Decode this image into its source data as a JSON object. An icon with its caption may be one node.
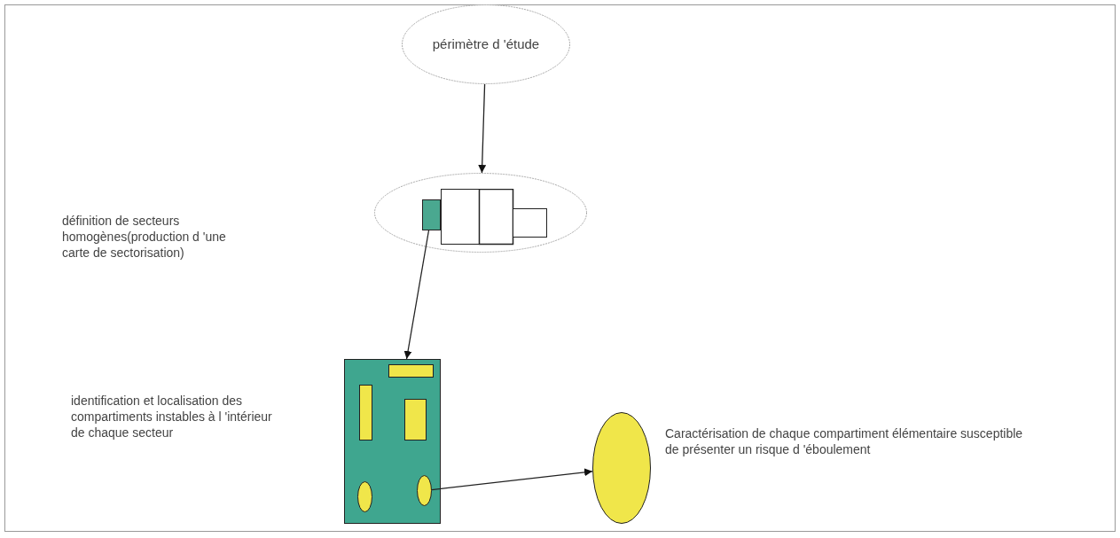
{
  "diagram": {
    "nodes": [
      {
        "text": [
          "périmètre d 'étude"
        ]
      },
      {
        "text": [],
        "shape": "circle"
      },
      {
        "text": [],
        "shape": "box",
        "in": 1
      },
      {
        "text": [],
        "shape": "box"
      },
      {
        "text": [],
        "shape": "circle",
        "in": 3
      },
      {
        "text": [],
        "shape": "circle",
        "in": 3
      },
      {
        "text": [],
        "shape": "circle",
        "beside": [
          "Caractérisation de chaque compartiment élémentaire susceptible de présenter un risque d 'éboulement"
        ]
      }
    ],
    "edges": [
      {
        "from": 0,
        "to": 1,
        "arrow": "to"
      },
      {
        "from": 2,
        "to": 3,
        "arrow": "to"
      },
      {
        "from": 5,
        "to": 6,
        "arrow": "to"
      }
    ],
    "labels": [
      "définition de secteurs homogènes(production d 'une carte de sectorisation)",
      "identification et localisation des compartiments instables à l 'intérieur de chaque secteur"
    ]
  }
}
